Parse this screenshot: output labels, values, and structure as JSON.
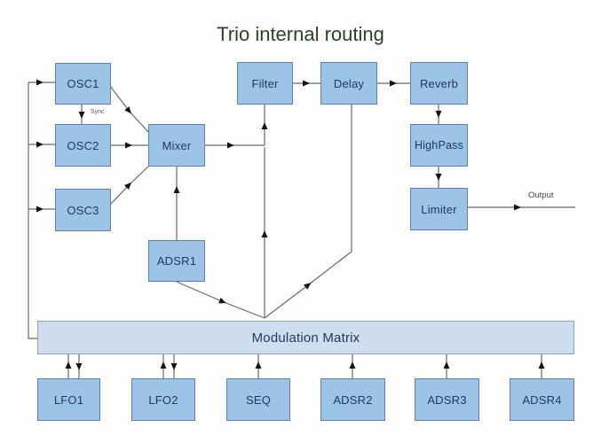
{
  "title": "Trio internal routing",
  "colors": {
    "node_fill": "#9dc3e6",
    "node_border": "#5b83ad",
    "matrix_fill": "#cfdeee",
    "node_text": "#1f3864",
    "title_text": "#2d4030",
    "line": "#6a6a6a",
    "background": "#fdfdfb"
  },
  "nodes": {
    "osc1": {
      "label": "OSC1"
    },
    "osc2": {
      "label": "OSC2"
    },
    "osc3": {
      "label": "OSC3"
    },
    "mixer": {
      "label": "Mixer"
    },
    "filter": {
      "label": "Filter"
    },
    "delay": {
      "label": "Delay"
    },
    "reverb": {
      "label": "Reverb"
    },
    "highpass": {
      "label": "HighPass"
    },
    "limiter": {
      "label": "Limiter"
    },
    "adsr1": {
      "label": "ADSR1"
    },
    "matrix": {
      "label": "Modulation Matrix"
    },
    "lfo1": {
      "label": "LFO1"
    },
    "lfo2": {
      "label": "LFO2"
    },
    "seq": {
      "label": "SEQ"
    },
    "adsr2": {
      "label": "ADSR2"
    },
    "adsr3": {
      "label": "ADSR3"
    },
    "adsr4": {
      "label": "ADSR4"
    }
  },
  "edge_labels": {
    "sync": "Sync",
    "output": "Output"
  },
  "edges": [
    {
      "from": "OSC1",
      "to": "Mixer"
    },
    {
      "from": "OSC2",
      "to": "Mixer"
    },
    {
      "from": "OSC3",
      "to": "Mixer"
    },
    {
      "from": "OSC1",
      "to": "OSC2",
      "label": "Sync"
    },
    {
      "from": "Mixer",
      "to": "Filter"
    },
    {
      "from": "Filter",
      "to": "Delay"
    },
    {
      "from": "Delay",
      "to": "Reverb"
    },
    {
      "from": "Reverb",
      "to": "HighPass"
    },
    {
      "from": "HighPass",
      "to": "Limiter"
    },
    {
      "from": "Limiter",
      "to": "Output",
      "label": "Output"
    },
    {
      "from": "ADSR1",
      "to": "Mixer"
    },
    {
      "from": "ADSR1",
      "to": "Modulation Matrix"
    },
    {
      "from": "Modulation Matrix",
      "to": "Filter"
    },
    {
      "from": "Modulation Matrix",
      "to": "Delay"
    },
    {
      "from": "Modulation Matrix",
      "to": "OSC1"
    },
    {
      "from": "Modulation Matrix",
      "to": "OSC2"
    },
    {
      "from": "Modulation Matrix",
      "to": "OSC3"
    },
    {
      "from": "LFO1",
      "to": "Modulation Matrix"
    },
    {
      "from": "Modulation Matrix",
      "to": "LFO1"
    },
    {
      "from": "LFO2",
      "to": "Modulation Matrix"
    },
    {
      "from": "Modulation Matrix",
      "to": "LFO2"
    },
    {
      "from": "SEQ",
      "to": "Modulation Matrix"
    },
    {
      "from": "ADSR2",
      "to": "Modulation Matrix"
    },
    {
      "from": "ADSR3",
      "to": "Modulation Matrix"
    },
    {
      "from": "ADSR4",
      "to": "Modulation Matrix"
    }
  ]
}
